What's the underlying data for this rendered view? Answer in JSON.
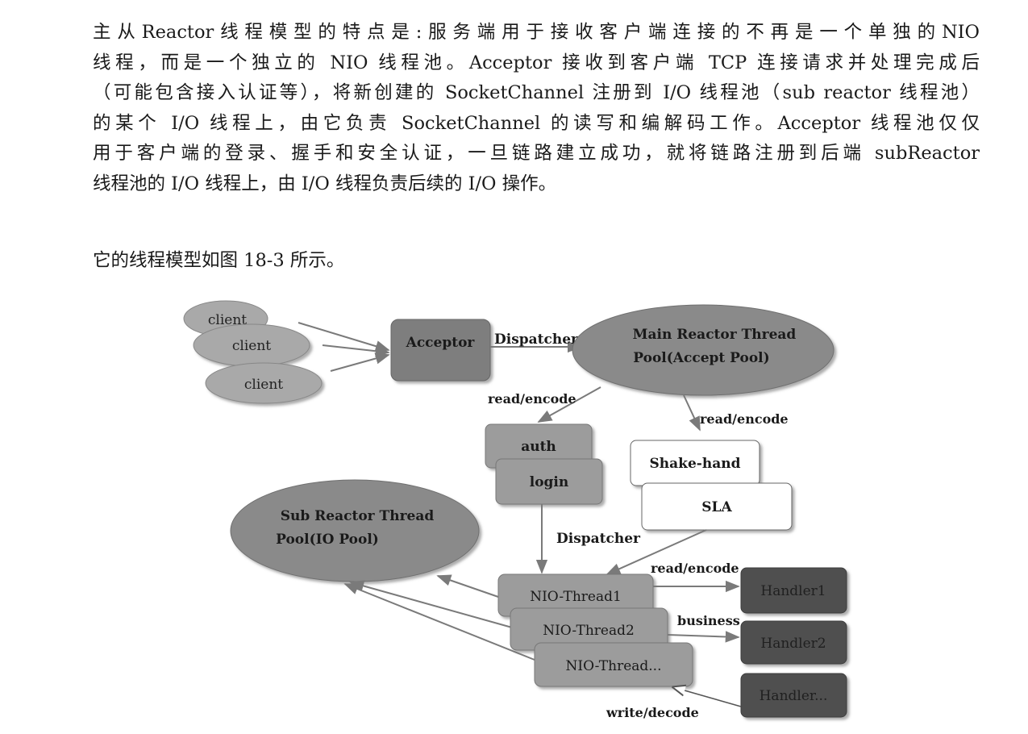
{
  "paragraph1": [
    "主从Reactor线程模型的特点是:服务端用于接收客户端连接的不再是一个单独的NIO",
    "线程，而是一个独立的 NIO 线程池。Acceptor 接收到客户端 TCP 连接请求并处理完成后",
    "（可能包含接入认证等），将新创建的 SocketChannel 注册到 I/O 线程池（sub reactor 线程池）",
    "的某个 I/O 线程上，由它负责 SocketChannel 的读写和编解码工作。Acceptor 线程池仅仅",
    "用于客户端的登录、握手和安全认证，一旦链路建立成功，就将链路注册到后端 subReactor",
    "线程池的 I/O 线程上，由 I/O 线程负责后续的 I/O 操作。"
  ],
  "paragraph2": "它的线程模型如图 18-3 所示。",
  "diagram": {
    "clients": [
      "client",
      "client",
      "client"
    ],
    "acceptor": "Acceptor",
    "dispatcher_top": "Dispatcher",
    "main_reactor": [
      "Main Reactor Thread",
      "Pool(Accept Pool)"
    ],
    "read_encode_left": "read/encode",
    "read_encode_right": "read/encode",
    "auth": "auth",
    "login": "login",
    "shake_hand": "Shake-hand",
    "sla": "SLA",
    "sub_reactor": [
      "Sub Reactor Thread",
      "Pool(IO Pool)"
    ],
    "dispatcher_mid": "Dispatcher",
    "read_encode_bottom": "read/encode",
    "nio_threads": [
      "NIO-Thread1",
      "NIO-Thread2",
      "NIO-Thread..."
    ],
    "business": "business",
    "handlers": [
      "Handler1",
      "Handler2",
      "Handler..."
    ],
    "write_decode": "write/decode"
  }
}
